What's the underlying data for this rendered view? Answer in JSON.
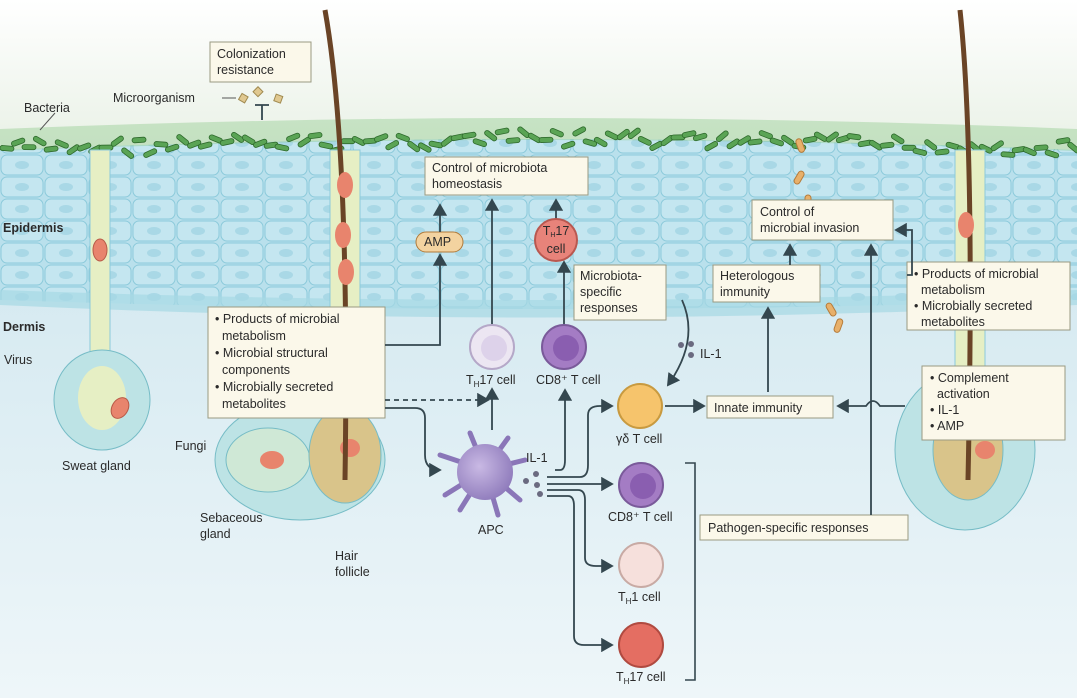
{
  "layers": {
    "epidermis": "Epidermis",
    "dermis": "Dermis"
  },
  "labels": {
    "bacteria": "Bacteria",
    "microorganism": "Microorganism",
    "virus": "Virus",
    "fungi": "Fungi",
    "sweat_gland": "Sweat gland",
    "sebaceous_gland": [
      "Sebaceous",
      "gland"
    ],
    "hair_follicle": [
      "Hair",
      "follicle"
    ],
    "amp": "AMP",
    "il1_top": "IL-1",
    "il1_apc": "IL-1",
    "apc": "APC"
  },
  "boxes": {
    "colonization": [
      "Colonization",
      "resistance"
    ],
    "homeostasis": [
      "Control of microbiota",
      "homeostasis"
    ],
    "microbiota_specific": [
      "Microbiota-",
      "specific",
      "responses"
    ],
    "heterologous": [
      "Heterologous",
      "immunity"
    ],
    "invasion": [
      "Control of",
      "microbial invasion"
    ],
    "innate": "Innate immunity",
    "pathogen_specific": "Pathogen-specific responses",
    "left_products": [
      "• Products of microbial",
      "  metabolism",
      "• Microbial structural",
      "  components",
      "• Microbially secreted",
      "  metabolites"
    ],
    "right_products": [
      "• Products of microbial",
      "  metabolism",
      "• Microbially secreted",
      "  metabolites"
    ],
    "complement": [
      "• Complement",
      "  activation",
      "• IL-1",
      "• AMP"
    ]
  },
  "cells": {
    "th17_upper": {
      "prefix": "T",
      "sub": "H",
      "suffix": "17 cell",
      "color": "#ece6f2"
    },
    "cd8_upper": {
      "label": "CD8⁺ T cell",
      "color": "#a47cc4"
    },
    "th17_epidermis": {
      "prefix": "T",
      "sub": "H",
      "suffix": "17",
      "line2": "cell",
      "color": "#e8837a"
    },
    "gd_t": {
      "label": "γδ T cell",
      "color": "#f6c46c"
    },
    "cd8_lower": {
      "label": "CD8⁺ T cell",
      "color": "#a47cc4"
    },
    "th1": {
      "prefix": "T",
      "sub": "H",
      "suffix": "1 cell",
      "color": "#f6e0dc"
    },
    "th17_lower": {
      "prefix": "T",
      "sub": "H",
      "suffix": "17 cell",
      "color": "#e46e62"
    }
  }
}
